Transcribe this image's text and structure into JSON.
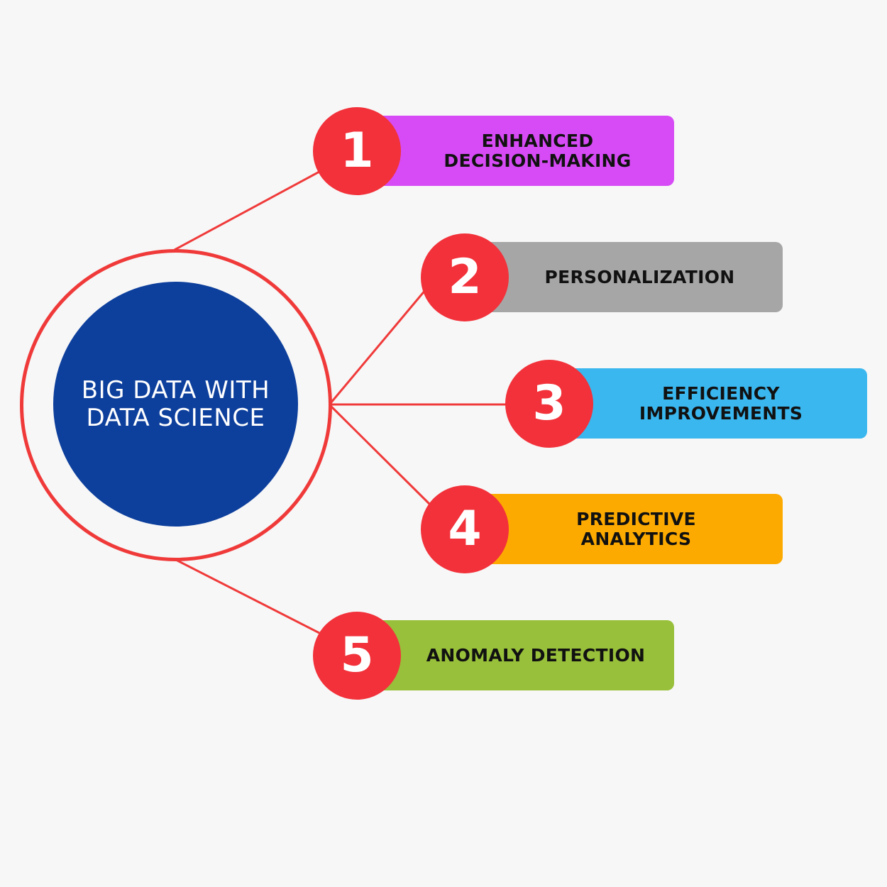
{
  "hub": {
    "title": "BIG DATA WITH DATA SCIENCE"
  },
  "colors": {
    "hub_fill": "#0d3f9c",
    "ring": "#f03a3a",
    "badge": "#f2313a",
    "connector": "#f03a3a"
  },
  "items": [
    {
      "number": "1",
      "label": "ENHANCED DECISION-MAKING",
      "color": "#d64bf5"
    },
    {
      "number": "2",
      "label": "PERSONALIZATION",
      "color": "#a6a6a6"
    },
    {
      "number": "3",
      "label": "EFFICIENCY IMPROVEMENTS",
      "color": "#3ab7ef"
    },
    {
      "number": "4",
      "label": "PREDICTIVE ANALYTICS",
      "color": "#fdaa00"
    },
    {
      "number": "5",
      "label": "ANOMALY DETECTION",
      "color": "#98c03a"
    }
  ]
}
